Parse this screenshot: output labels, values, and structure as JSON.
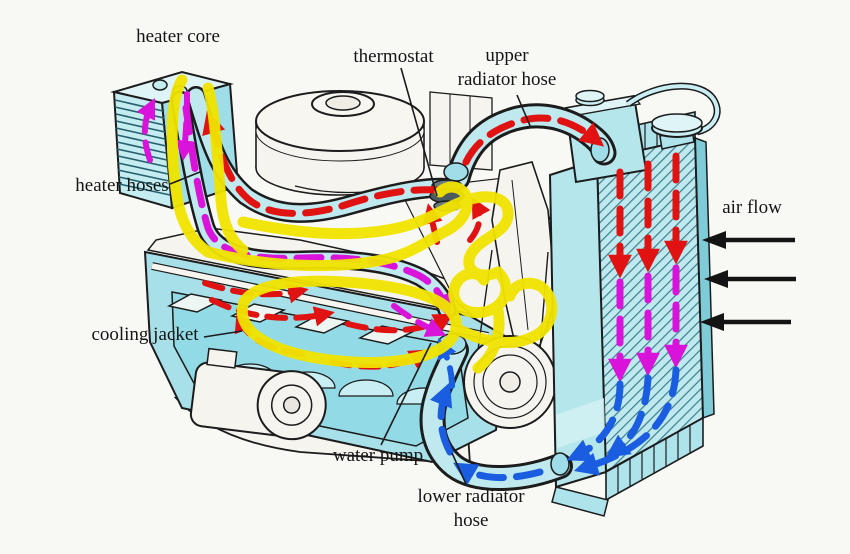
{
  "image_type": "annotated technical diagram",
  "subject": "automotive engine cooling system with coolant flow highlighted",
  "labels": {
    "heater_core": "heater core",
    "thermostat": "thermostat",
    "upper_radiator_hose_line1": "upper",
    "upper_radiator_hose_line2": "radiator hose",
    "air_flow": "air flow",
    "heater_hoses": "heater hoses",
    "cooling_jacket": "cooling jacket",
    "water_pump": "water pump",
    "lower_radiator_hose_line1": "lower radiator",
    "lower_radiator_hose_line2": "hose"
  },
  "colors": {
    "hot_flow": "#e01212",
    "warm_flow": "#d913d9",
    "cool_flow": "#1b5de0",
    "highlight_trace": "#f1e400",
    "air_arrow": "#141414",
    "engine_fill": "#aee3ec",
    "outline": "#1c1c1c",
    "background": "#f8f8f5"
  },
  "air_flow_arrow_count": 3
}
